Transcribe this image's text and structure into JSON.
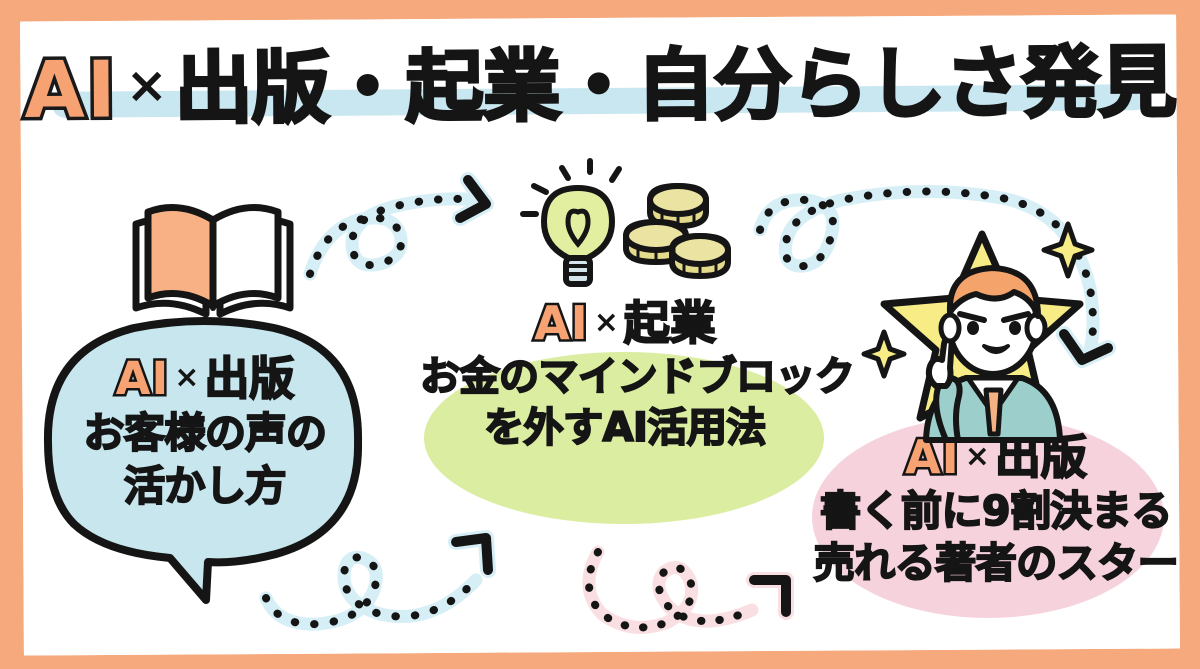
{
  "poster": {
    "title": {
      "ai": "AI",
      "times": "×",
      "rest": "出版・起業・自分らしさ発見",
      "full": "AI×出版・起業・自分らしさ発見"
    },
    "colors": {
      "frame_orange": "#F6A97C",
      "paper_white": "#FFFFFF",
      "accent_orange": "#F7A273",
      "bubble_blue": "#C7E6EE",
      "blob_green": "#DBEDA0",
      "blob_pink": "#F6D2DC",
      "title_underline_blue": "#C8E7F0",
      "star_yellow": "#F7EC86",
      "coin_gold": "#E2D98A",
      "ink_black": "#151515",
      "suit_teal": "#9CCFCB",
      "hair_orange": "#F4A36B"
    },
    "cards": [
      {
        "id": "publishing",
        "shape": "speech-bubble",
        "background": "#C7E6EE",
        "heading_ai": "AI",
        "heading_times": "×",
        "heading_rest": "出版",
        "lines": [
          "お客様の声の",
          "活かし方"
        ],
        "icon": "open-book-icon"
      },
      {
        "id": "entrepreneurship",
        "shape": "blob",
        "background": "#DBEDA0",
        "heading_ai": "AI",
        "heading_times": "×",
        "heading_rest": "起業",
        "lines": [
          "お金のマインドブロック",
          "を外すAI活用法"
        ],
        "icon": "lightbulb-coins-icon"
      },
      {
        "id": "author-star",
        "shape": "blob",
        "background": "#F6D2DC",
        "heading_ai": "AI",
        "heading_times": "×",
        "heading_rest": "出版",
        "lines": [
          "書く前に9割決まる",
          "売れる著者のスター"
        ],
        "icon": "star-businessman-icon"
      }
    ],
    "decorations": [
      {
        "name": "dotted-arrow-top-left",
        "color": "#151515",
        "trail": "#D6EEF5",
        "direction": "right"
      },
      {
        "name": "dotted-arrow-top-right",
        "color": "#151515",
        "trail": "#D6EEF5",
        "direction": "down-left"
      },
      {
        "name": "dotted-arrow-bottom-left",
        "color": "#151515",
        "trail": "#D6EEF5",
        "direction": "up-right"
      },
      {
        "name": "dotted-arrow-bottom-center",
        "color": "#151515",
        "trail": "#F9DEE2",
        "direction": "up-right"
      },
      {
        "name": "sparkle-large",
        "color": "#F7EC86"
      },
      {
        "name": "sparkle-small",
        "color": "#F7EC86"
      }
    ]
  }
}
